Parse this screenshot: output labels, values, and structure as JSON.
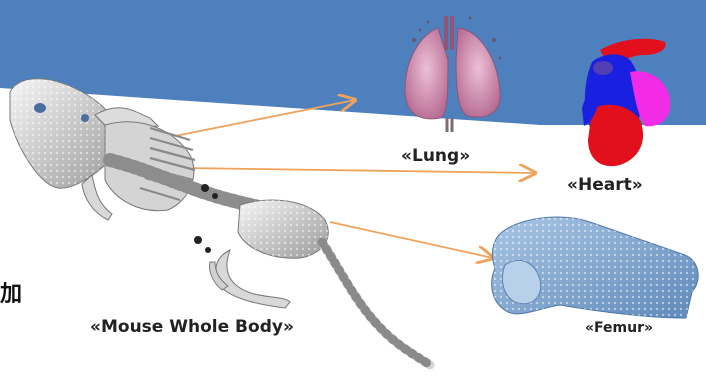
{
  "colors": {
    "banner": "#4f80be",
    "arrow": "#f0a15a",
    "bone": "#e4e4e4",
    "lung": "#d891b4",
    "heart_red": "#e1101c",
    "heart_blue": "#1a20e0",
    "heart_magenta": "#f22ce6",
    "femur": "#7aa6cf"
  },
  "labels": {
    "lung": "«Lung»",
    "heart": "«Heart»",
    "femur": "«Femur»",
    "mouse": "«Mouse Whole Body»",
    "side_fragment": "加"
  },
  "icons": [
    "mouse-skeleton-render",
    "lung-render",
    "heart-render",
    "femur-render"
  ]
}
